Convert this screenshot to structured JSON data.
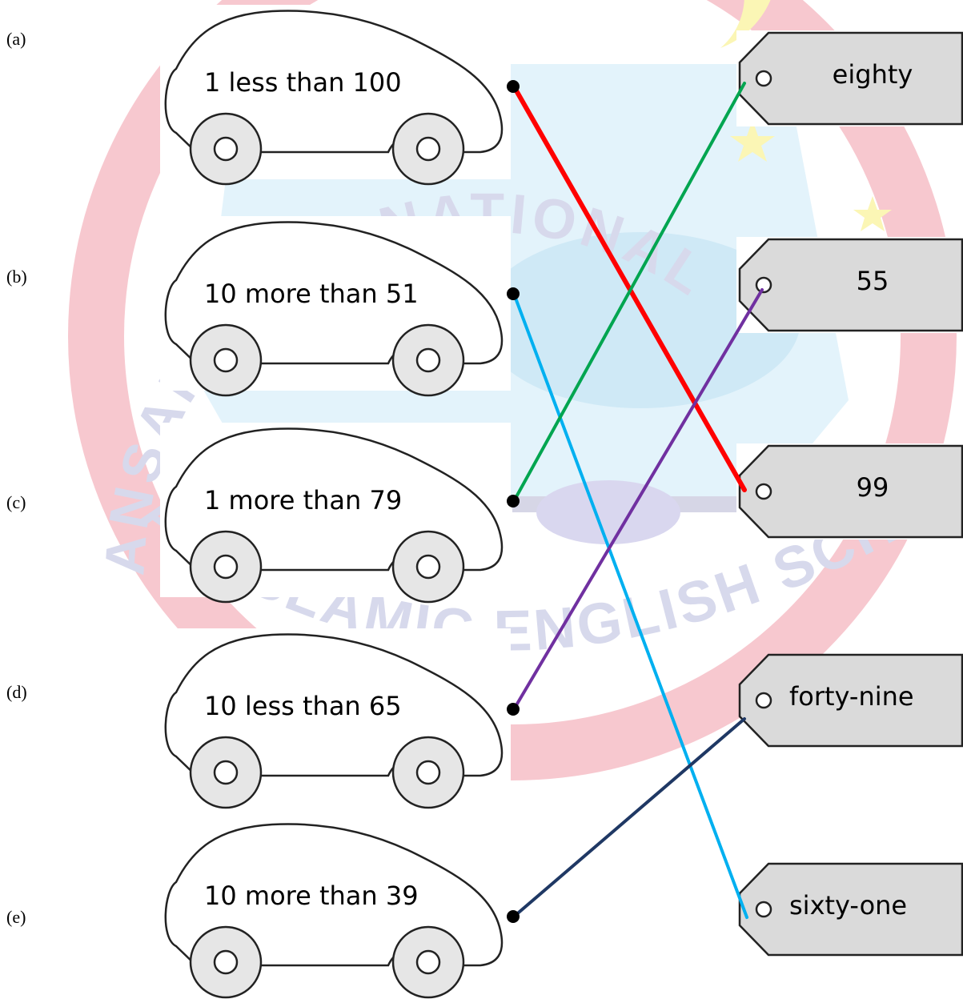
{
  "items": [
    {
      "marker": "(a)",
      "expression": "1 less than 100"
    },
    {
      "marker": "(b)",
      "expression": "10 more than 51"
    },
    {
      "marker": "(c)",
      "expression": "1 more than 79"
    },
    {
      "marker": "(d)",
      "expression": "10 less than 65"
    },
    {
      "marker": "(e)",
      "expression": "10 more than 39"
    }
  ],
  "answers": [
    {
      "text": "eighty"
    },
    {
      "text": "55"
    },
    {
      "text": "99"
    },
    {
      "text": "forty-nine"
    },
    {
      "text": "sixty-one"
    }
  ],
  "watermark": {
    "text_top": "ANSAR INTERNATIONAL",
    "text_bottom": "AN ISLAMIC ENGLISH SCHOOL"
  },
  "connections": [
    {
      "from": "(a)",
      "to": "99",
      "color": "#ff0000"
    },
    {
      "from": "(b)",
      "to": "sixty-one",
      "color": "#00b0f0"
    },
    {
      "from": "(c)",
      "to": "eighty",
      "color": "#00a550"
    },
    {
      "from": "(d)",
      "to": "55",
      "color": "#7030a0"
    },
    {
      "from": "(e)",
      "to": "forty-nine",
      "color": "#1f3864"
    }
  ]
}
